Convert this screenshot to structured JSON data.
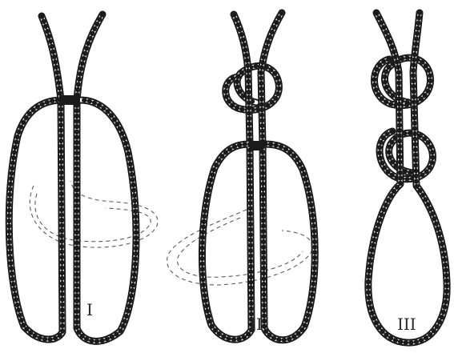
{
  "figures": [
    {
      "id": "I",
      "label": "I"
    },
    {
      "id": "II",
      "label": "II"
    },
    {
      "id": "III",
      "label": "III"
    }
  ],
  "colors": {
    "ink": "#1a1a1a",
    "paper": "#ffffff",
    "dashed": "#5a5a5a"
  }
}
